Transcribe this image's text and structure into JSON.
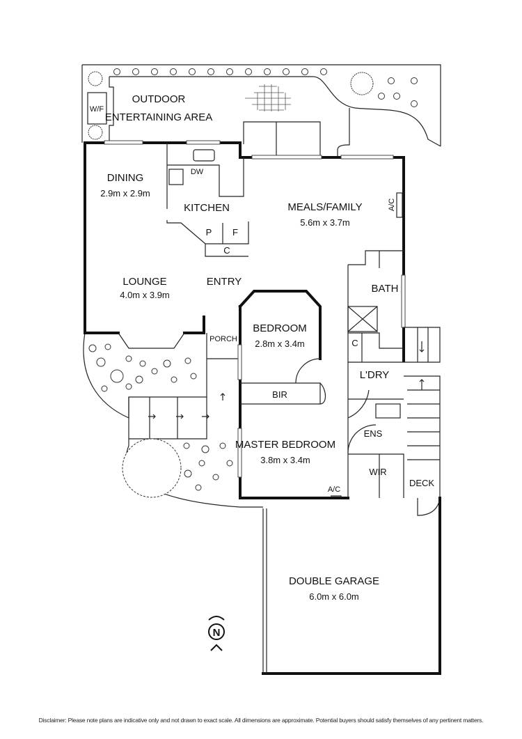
{
  "rooms": {
    "outdoor_line1": "OUTDOOR",
    "outdoor_line2": "ENTERTAINING AREA",
    "wf": "W/F",
    "dining": "DINING",
    "dining_dim": "2.9m x 2.9m",
    "kitchen": "KITCHEN",
    "dw": "DW",
    "pantry": "P",
    "fridge": "F",
    "cupboard": "C",
    "meals": "MEALS/FAMILY",
    "meals_dim": "5.6m x 3.7m",
    "ac1": "A/C",
    "lounge": "LOUNGE",
    "lounge_dim": "4.0m x 3.9m",
    "entry": "ENTRY",
    "bath": "BATH",
    "bedroom": "BEDROOM",
    "bedroom_dim": "2.8m x 3.4m",
    "porch": "PORCH",
    "linen": "C",
    "laundry": "L'DRY",
    "bir": "BIR",
    "ens": "ENS",
    "master": "MASTER BEDROOM",
    "master_dim": "3.8m x 3.4m",
    "wir": "WIR",
    "ac2": "A/C",
    "deck": "DECK",
    "garage": "DOUBLE GARAGE",
    "garage_dim": "6.0m x 6.0m"
  },
  "compass": {
    "label": "N"
  },
  "disclaimer": "Disclaimer: Please note plans are indicative only and not drawn to exact scale. All dimensions are approximate. Potential buyers should satisfy themselves of any pertinent matters."
}
